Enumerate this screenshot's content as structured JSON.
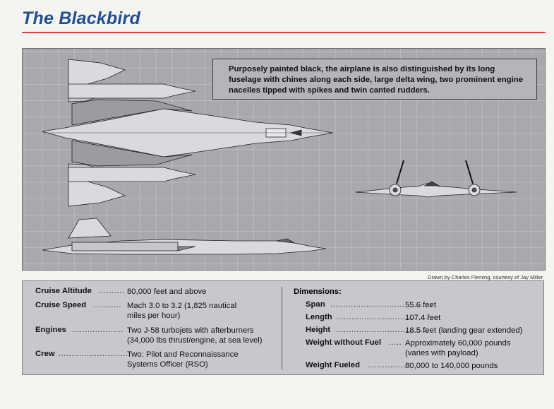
{
  "title": "The Blackbird",
  "caption": "Purposely painted black, the airplane is also distinguished by its long fuselage with chines along each side, large delta wing, two prominent engine nacelles tipped with spikes and twin canted rudders.",
  "credit": "Drawn by Charles Fleming, courtesy of Jay Miller",
  "colors": {
    "title": "#1f4f96",
    "rule": "#d9473b",
    "drawing_bg": "#a7a9ad",
    "specs_bg": "#c7c8cb"
  },
  "specs": [
    {
      "label": "Cruise Altitude",
      "dots": "..........",
      "value": "80,000 feet and above"
    },
    {
      "label": "Cruise Speed",
      "dots": "...........",
      "value": "Mach 3.0 to 3.2 (1,825 nautical\nmiles per hour)"
    },
    {
      "label": "Engines",
      "dots": "....................",
      "value": "Two J-58 turbojets with afterburners\n(34,000 lbs thrust/engine, at sea level)"
    },
    {
      "label": "Crew",
      "dots": "...........................",
      "value": "Two: Pilot and Reconnaissance\nSystems Officer (RSO)"
    }
  ],
  "dimensions": {
    "title": "Dimensions:",
    "items": [
      {
        "label": "Span",
        "dots": "........................................",
        "value": "55.6 feet"
      },
      {
        "label": "Length",
        "dots": "....................................",
        "value": "107.4 feet"
      },
      {
        "label": "Height",
        "dots": "....................................",
        "value": "18.5 feet (landing gear extended)"
      },
      {
        "label": "Weight without Fuel",
        "dots": ".....",
        "value": "Approximately 60,000 pounds\n(varies with payload)"
      },
      {
        "label": "Weight Fueled",
        "dots": "...............",
        "value": "80,000 to 140,000 pounds"
      }
    ]
  }
}
